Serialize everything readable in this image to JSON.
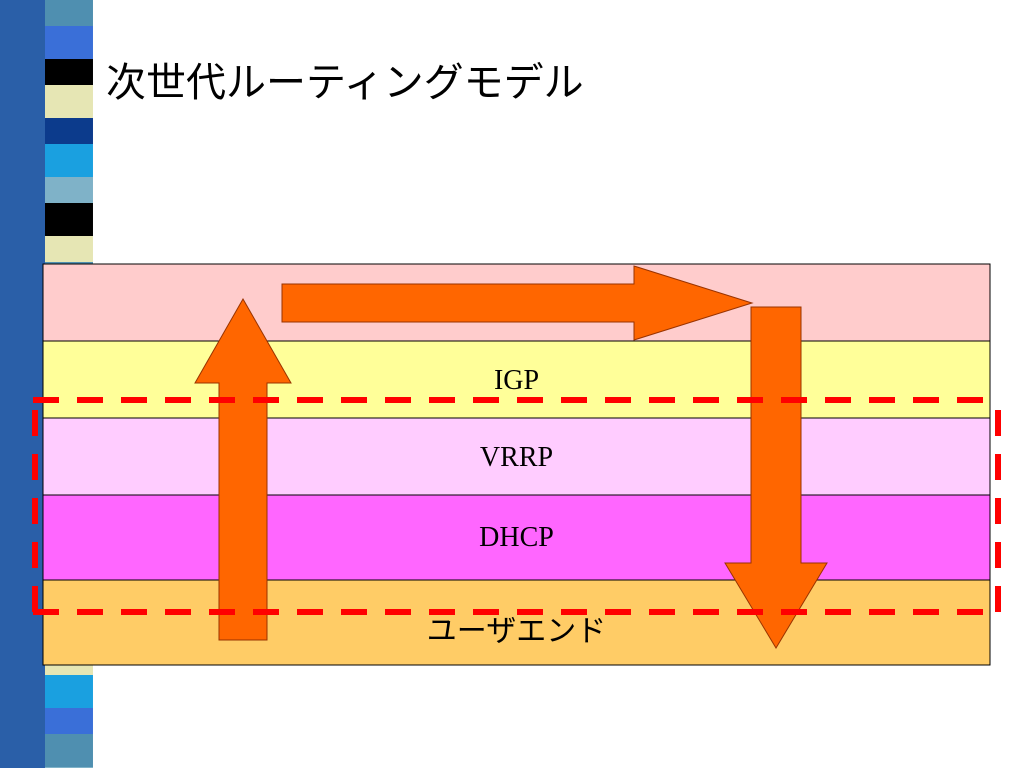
{
  "slide": {
    "title": "次世代ルーティングモデル"
  },
  "layers": [
    {
      "id": "top",
      "label": "",
      "color": "#ffcccc"
    },
    {
      "id": "igp",
      "label": "IGP",
      "color": "#ffff99"
    },
    {
      "id": "vrrp",
      "label": "VRRP",
      "color": "#ffccff"
    },
    {
      "id": "dhcp",
      "label": "DHCP",
      "color": "#ff66ff"
    },
    {
      "id": "user-end",
      "label": "ユーザエンド",
      "color": "#ffcc66"
    }
  ],
  "colors": {
    "arrow_fill": "#ff6600",
    "arrow_stroke": "#993300",
    "dashed_box": "#ff0000"
  },
  "sidebar_palette": [
    "#4f8fb0",
    "#000000",
    "#e6e6b4",
    "#3a6fd8",
    "#0c3b8c",
    "#1aa0e0",
    "#7fb2c8",
    "#5b4ec8"
  ]
}
